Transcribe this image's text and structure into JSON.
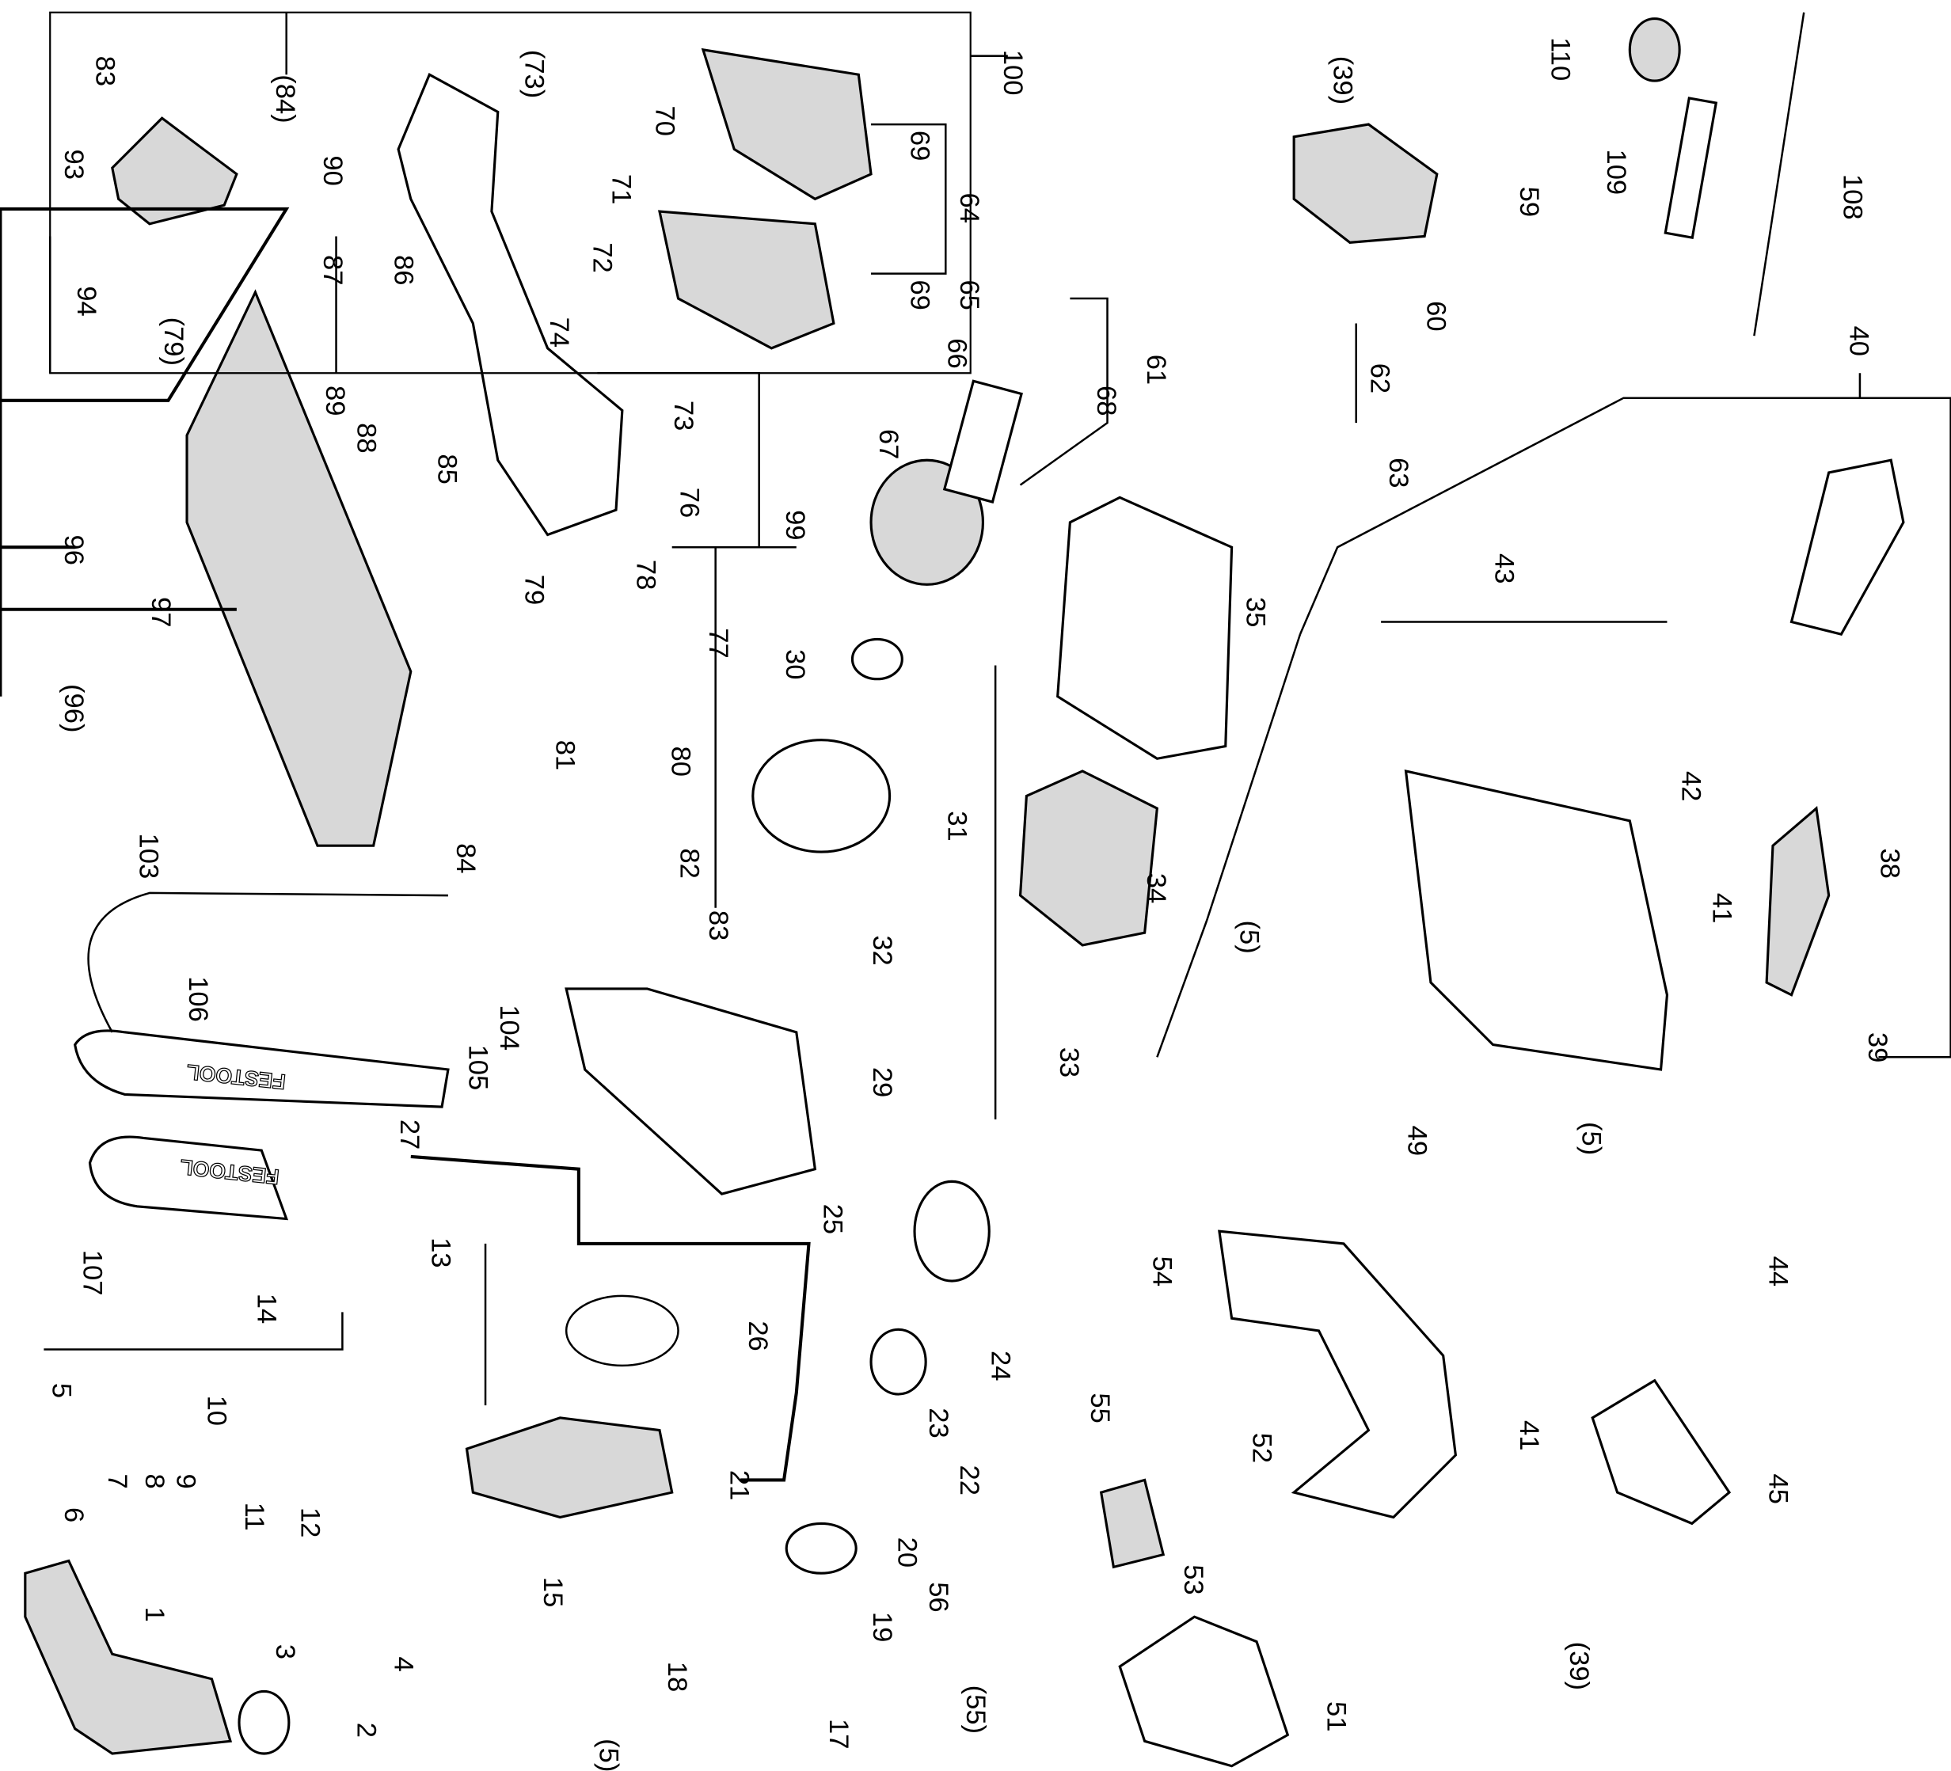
{
  "diagram": {
    "type": "exploded-parts-diagram",
    "brand_logo": "FESTOOL",
    "part_labels": [
      "83",
      "(84)",
      "90",
      "(73)",
      "70",
      "71",
      "100",
      "69",
      "69",
      "93",
      "72",
      "74",
      "87",
      "86",
      "(79)",
      "94",
      "89",
      "88",
      "85",
      "73",
      "76",
      "99",
      "78",
      "79",
      "77",
      "96",
      "97",
      "(96)",
      "80",
      "81",
      "84",
      "82",
      "83",
      "103",
      "106",
      "104",
      "105",
      "107",
      "27",
      "13",
      "14",
      "5",
      "10",
      "7",
      "8",
      "9",
      "11",
      "12",
      "6",
      "1",
      "3",
      "4",
      "2",
      "15",
      "18",
      "17",
      "19",
      "20",
      "21",
      "22",
      "23",
      "24",
      "26",
      "25",
      "29",
      "32",
      "30",
      "31",
      "64",
      "65",
      "66",
      "67",
      "68",
      "59",
      "60",
      "61",
      "62",
      "63",
      "35",
      "34",
      "33",
      "(5)",
      "49",
      "(5)",
      "42",
      "43",
      "40",
      "38",
      "41",
      "39",
      "44",
      "54",
      "55",
      "52",
      "41",
      "45",
      "53",
      "56",
      "(55)",
      "51",
      "(39)",
      "(5)",
      "110",
      "(39)",
      "109",
      "108"
    ]
  }
}
